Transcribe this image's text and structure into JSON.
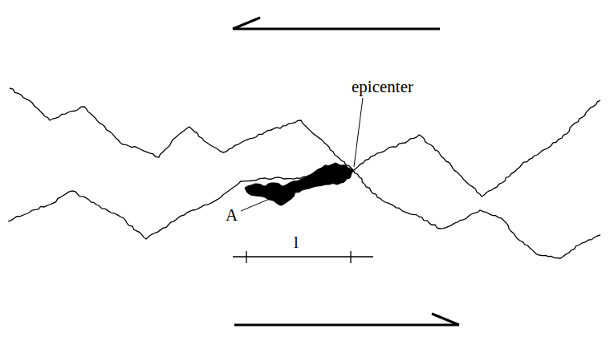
{
  "diagram": {
    "labels": [
      "epicenter",
      "A",
      "l"
    ]
  }
}
